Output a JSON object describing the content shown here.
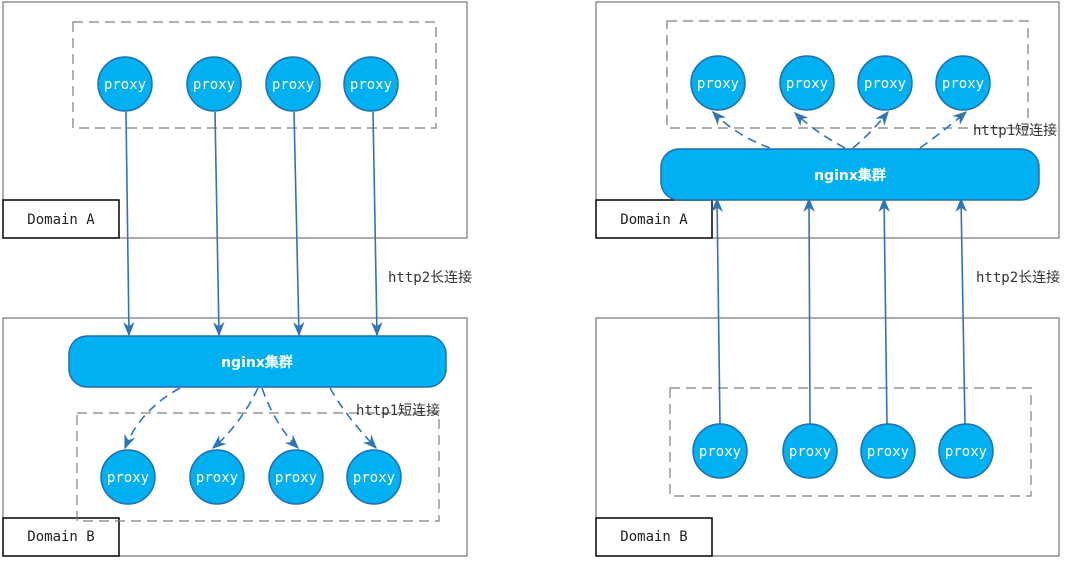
{
  "left": {
    "domain_a_label": "Domain A",
    "domain_b_label": "Domain B",
    "cluster_label": "nginx集群",
    "long_conn_label": "http2长连接",
    "short_conn_label": "http1短连接",
    "top_proxies": [
      "proxy",
      "proxy",
      "proxy",
      "proxy"
    ],
    "bottom_proxies": [
      "proxy",
      "proxy",
      "proxy",
      "proxy"
    ]
  },
  "right": {
    "domain_a_label": "Domain A",
    "domain_b_label": "Domain B",
    "cluster_label": "nginx集群",
    "long_conn_label": "http2长连接",
    "short_conn_label": "http1短连接",
    "top_proxies": [
      "proxy",
      "proxy",
      "proxy",
      "proxy"
    ],
    "bottom_proxies": [
      "proxy",
      "proxy",
      "proxy",
      "proxy"
    ]
  },
  "colors": {
    "node_fill": "#00b0f0",
    "node_stroke": "#1f6fb2",
    "arrow": "#2e75b6",
    "box_border": "#595959",
    "dashed_border": "#7f7f7f"
  }
}
